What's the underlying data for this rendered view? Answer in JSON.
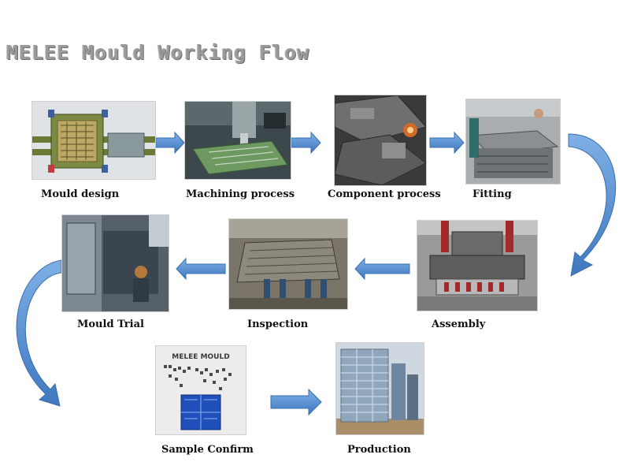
{
  "title": "MELEE Mould Working Flow",
  "steps": [
    {
      "label": "Mould design",
      "image": "cad-mould-render",
      "colors": [
        "#d9dde0",
        "#6c7a38",
        "#3e5f9a",
        "#c9b36a"
      ]
    },
    {
      "label": "Machining process",
      "image": "cnc-machining-photo",
      "colors": [
        "#4c5a5f",
        "#7fb070",
        "#c8ced0",
        "#2e3a3e"
      ]
    },
    {
      "label": "Component process",
      "image": "mould-plate-components-photo",
      "colors": [
        "#5a5a5a",
        "#8e8e8e",
        "#3a3a3a",
        "#d16a2a"
      ]
    },
    {
      "label": "Fitting",
      "image": "mould-fitting-photo",
      "colors": [
        "#8c8f92",
        "#b6b9bb",
        "#5d6266",
        "#2f6d6a"
      ]
    },
    {
      "label": "Assembly",
      "image": "mould-assembly-photo",
      "colors": [
        "#a32a2a",
        "#5d5d5d",
        "#b8b8b8",
        "#3c3c3c"
      ]
    },
    {
      "label": "Inspection",
      "image": "mould-inspection-photo",
      "colors": [
        "#6f6a5f",
        "#8d897f",
        "#2f4f6f",
        "#b5b0a3"
      ]
    },
    {
      "label": "Mould Trial",
      "image": "mould-trial-machine-photo",
      "colors": [
        "#55606a",
        "#8d98a2",
        "#2f3a44",
        "#b57a3a"
      ]
    },
    {
      "label": "Sample Confirm",
      "image": "sample-crate-display-photo",
      "colors": [
        "#ececec",
        "#1f4fb8",
        "#3a3a3a",
        "#d6d6d6"
      ]
    },
    {
      "label": "Production",
      "image": "stacked-crates-warehouse-photo",
      "colors": [
        "#8fa6bd",
        "#c9d3dc",
        "#5c6f82",
        "#a98e68"
      ]
    }
  ],
  "sample_display_text": "MELEE MOULD",
  "arrow_color": "#4a86c8"
}
